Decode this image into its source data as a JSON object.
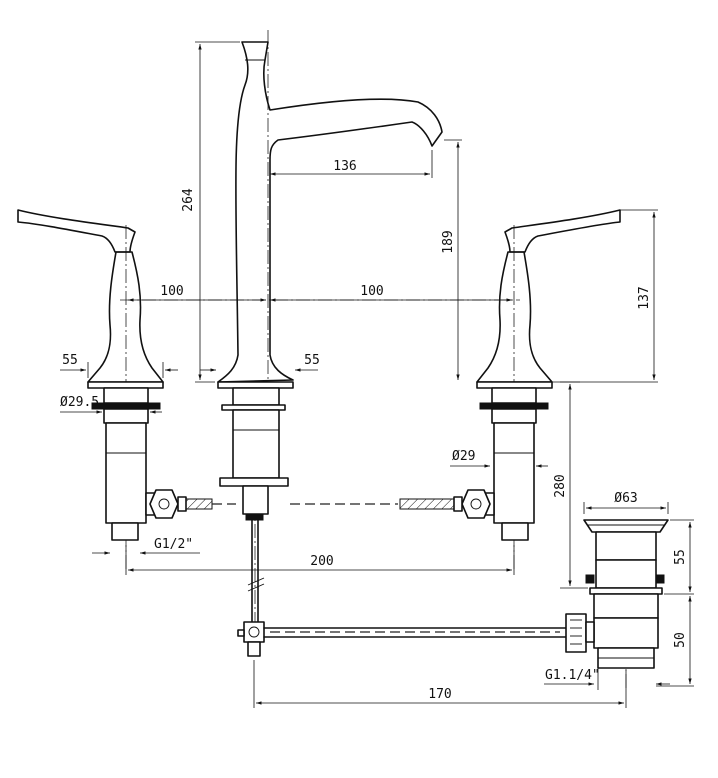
{
  "dimensions": {
    "spout_height": "264",
    "spout_reach": "136",
    "spout_outlet_height": "189",
    "handle_height": "137",
    "center_left": "100",
    "center_right": "100",
    "handle_base_width": "55",
    "spout_base_width": "55",
    "left_shank_dia": "Ø29.5",
    "right_shank_dia": "Ø29",
    "inlet_thread": "G1/2\"",
    "handle_spacing": "200",
    "max_deck_thickness": "280",
    "waste_flange_dia": "Ø63",
    "waste_upper": "55",
    "waste_lower": "50",
    "waste_thread": "G1.1/4\"",
    "rod_length": "170"
  },
  "colors": {
    "line": "#111111",
    "background": "#ffffff"
  }
}
